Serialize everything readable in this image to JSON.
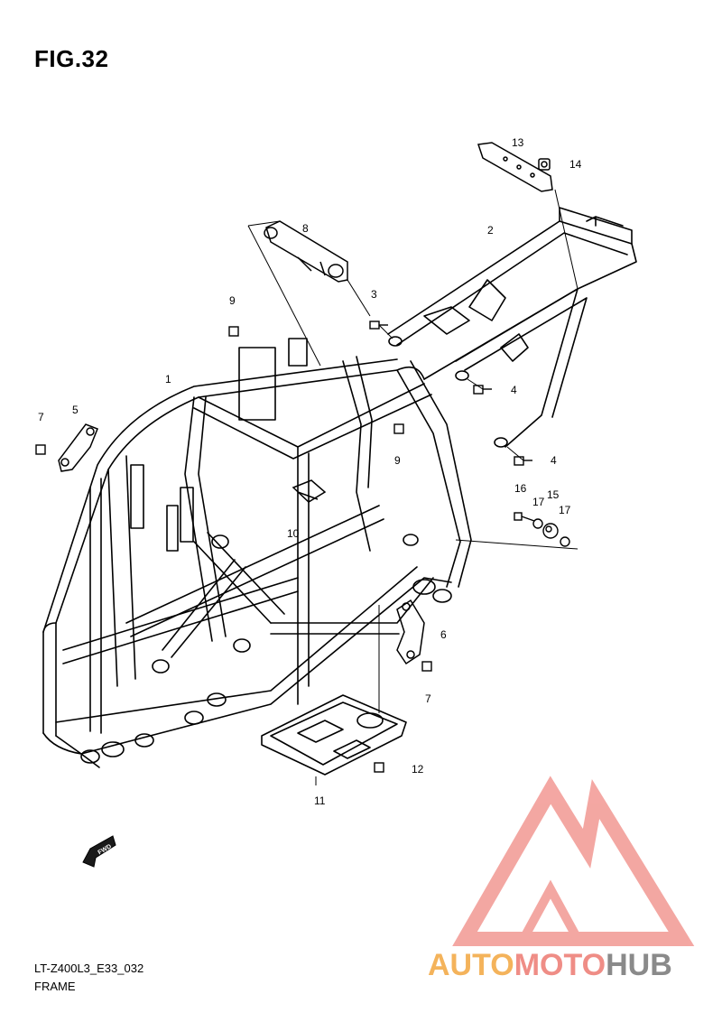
{
  "figure": {
    "title": "FIG.32",
    "model_code": "LT-Z400L3_E33_032",
    "section_name": "FRAME"
  },
  "callouts": [
    "1",
    "2",
    "3",
    "4",
    "4",
    "5",
    "6",
    "7",
    "7",
    "8",
    "9",
    "9",
    "10",
    "11",
    "12",
    "13",
    "14",
    "15",
    "16",
    "17",
    "17"
  ],
  "fwd_label": "FWD",
  "watermark": {
    "part1": "AUTO",
    "part2": "MOTO",
    "part3": "HUB",
    "colors": {
      "auto": "#f4b35b",
      "moto": "#ef8d86",
      "hub": "#8a8a8a",
      "triangle": "#f08a84"
    }
  }
}
